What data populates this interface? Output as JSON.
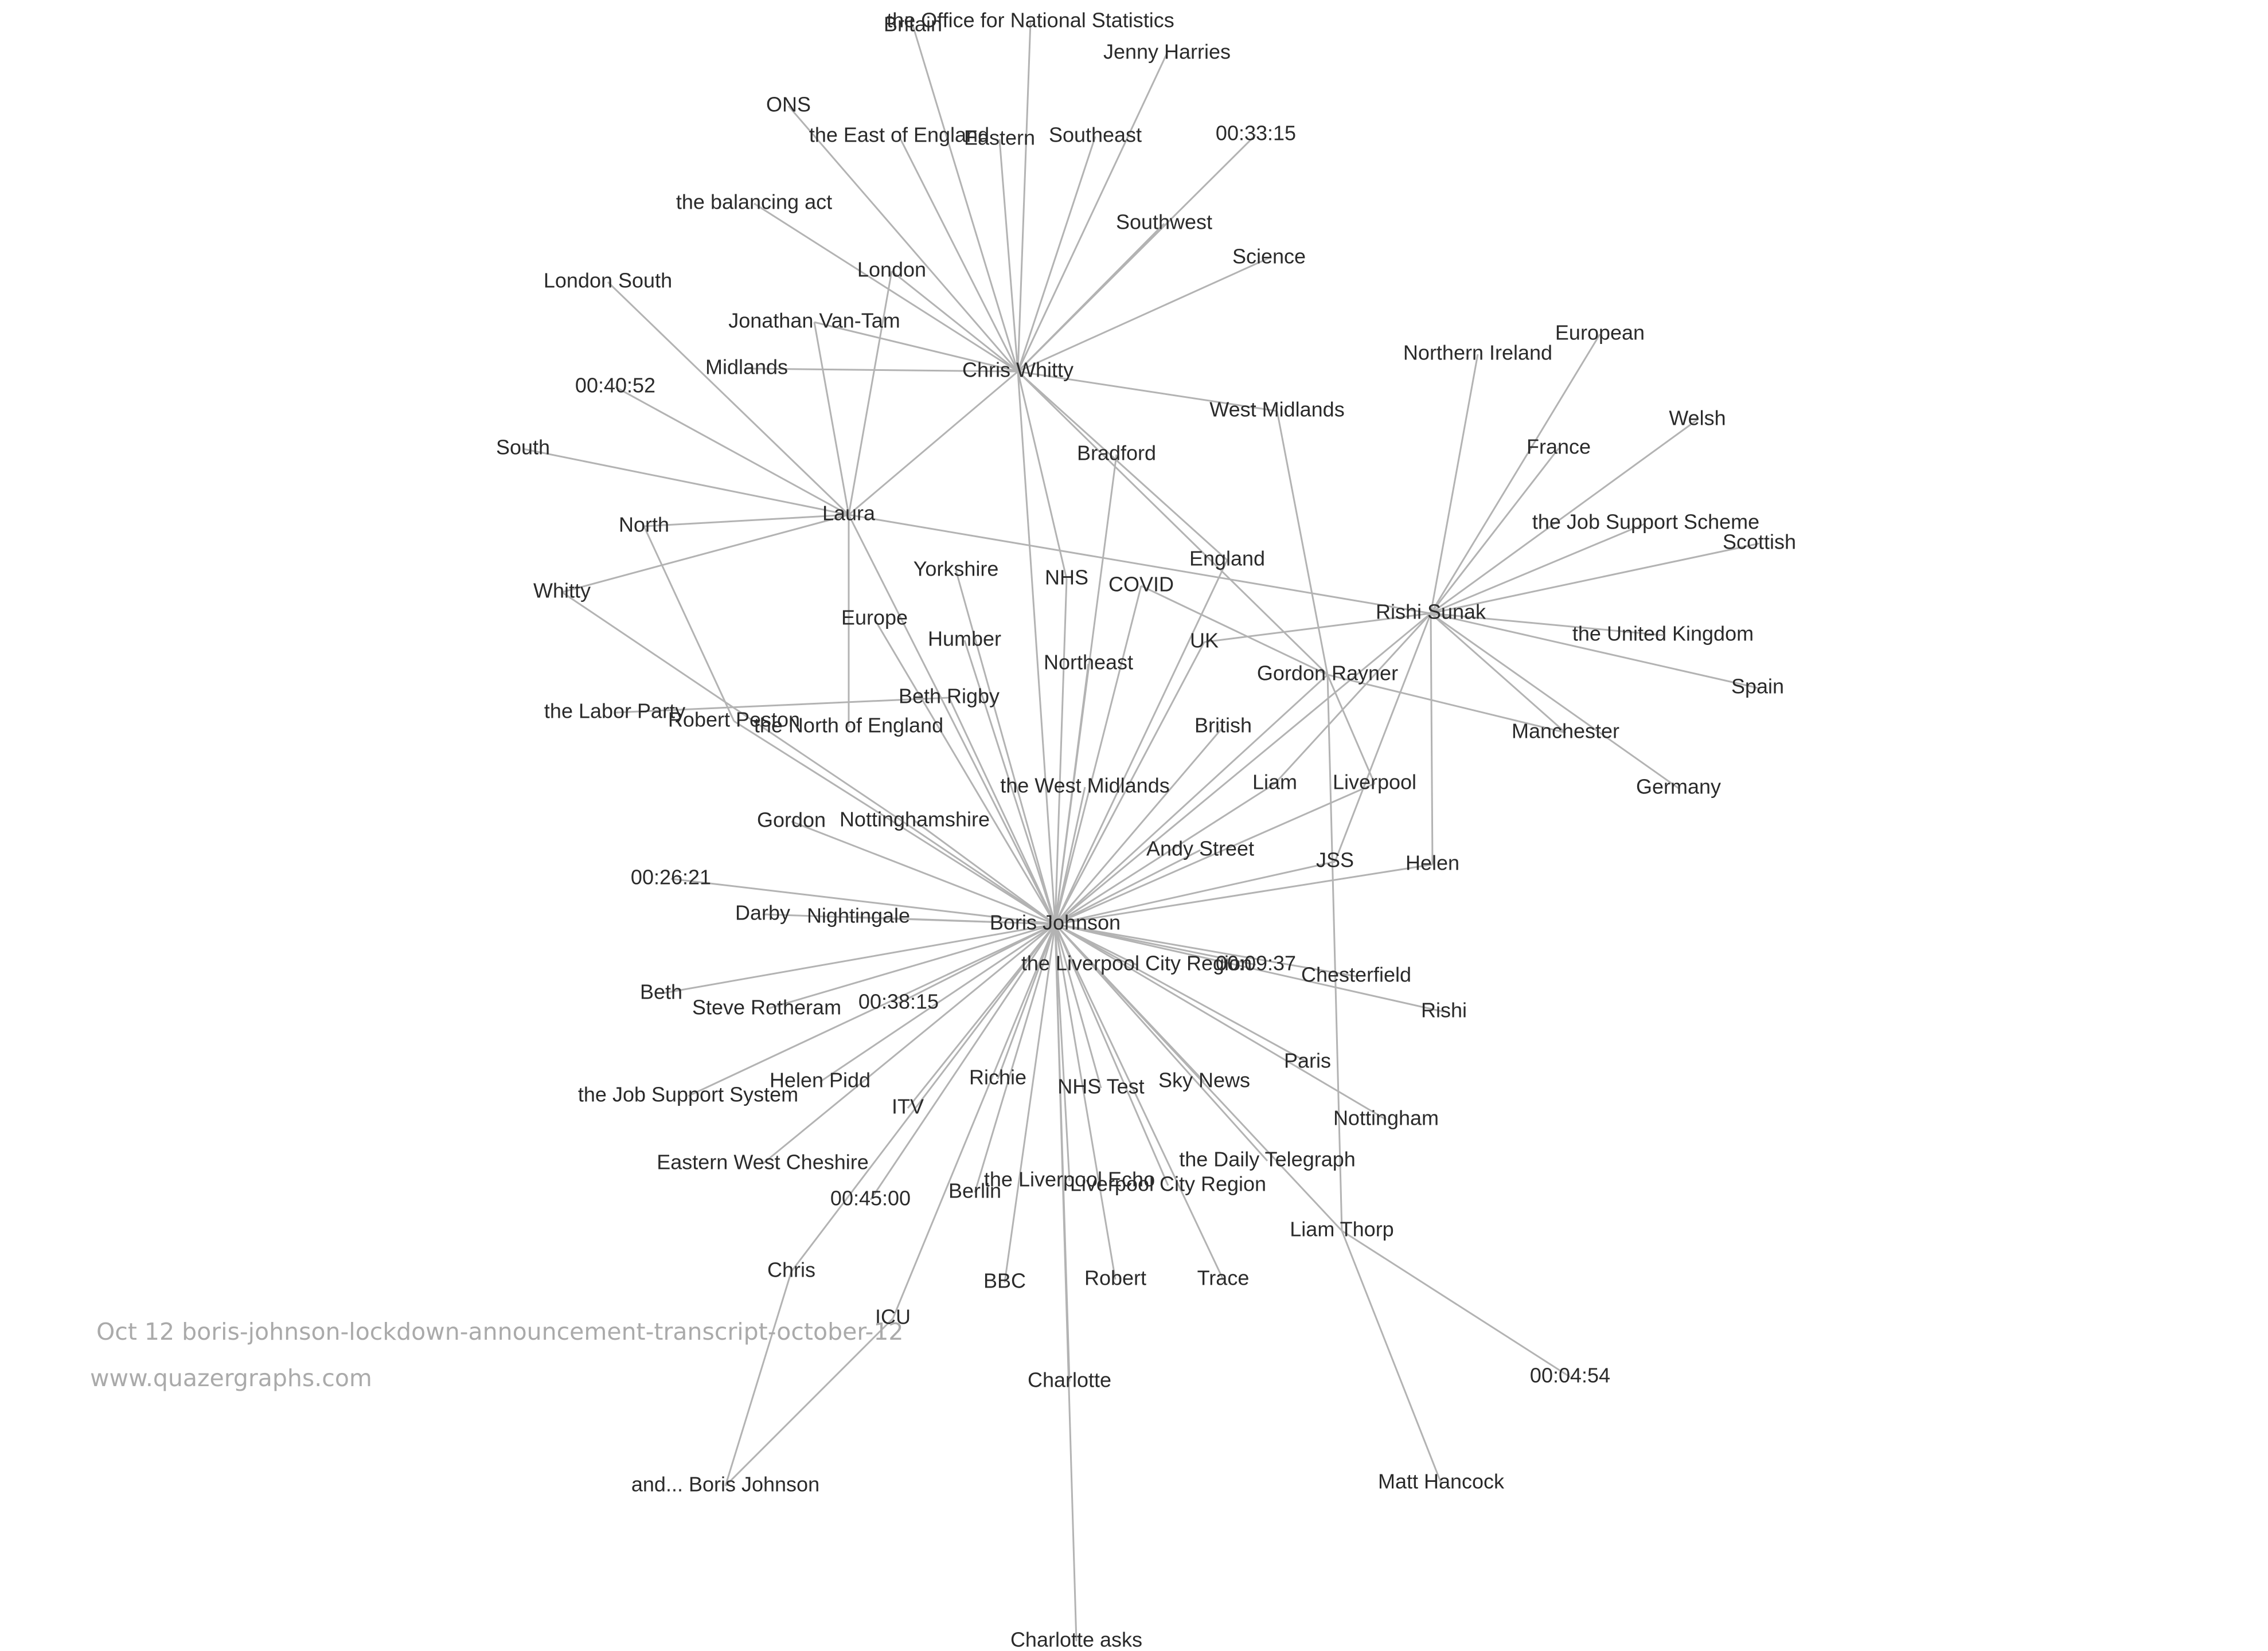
{
  "graph": {
    "nodes": [
      {
        "id": "bj",
        "label": "Boris Johnson"
      },
      {
        "id": "cw",
        "label": "Chris Whitty"
      },
      {
        "id": "rs",
        "label": "Rishi Sunak"
      },
      {
        "id": "laura",
        "label": "Laura"
      },
      {
        "id": "gr",
        "label": "Gordon Rayner"
      },
      {
        "id": "lt",
        "label": "Liam Thorp"
      },
      {
        "id": "brig",
        "label": "Beth Rigby"
      },
      {
        "id": "chris",
        "label": "Chris"
      },
      {
        "id": "abj",
        "label": "and... Boris Johnson"
      },
      {
        "id": "ons_full",
        "label": "the Office for National Statistics"
      },
      {
        "id": "britain",
        "label": "Britain"
      },
      {
        "id": "jh",
        "label": "Jenny Harries"
      },
      {
        "id": "ons",
        "label": "ONS"
      },
      {
        "id": "eoe",
        "label": "the East of England"
      },
      {
        "id": "eastern",
        "label": "Eastern"
      },
      {
        "id": "southeast",
        "label": "Southeast"
      },
      {
        "id": "t3315",
        "label": "00:33:15"
      },
      {
        "id": "balancing",
        "label": "the balancing act"
      },
      {
        "id": "southwest",
        "label": "Southwest"
      },
      {
        "id": "science",
        "label": "Science"
      },
      {
        "id": "london",
        "label": "London"
      },
      {
        "id": "londonsouth",
        "label": "London South"
      },
      {
        "id": "jvt",
        "label": "Jonathan Van-Tam"
      },
      {
        "id": "midlands",
        "label": "Midlands"
      },
      {
        "id": "t4052",
        "label": "00:40:52"
      },
      {
        "id": "westmid",
        "label": "West Midlands"
      },
      {
        "id": "bradford",
        "label": "Bradford"
      },
      {
        "id": "south",
        "label": "South"
      },
      {
        "id": "north",
        "label": "North"
      },
      {
        "id": "whitty",
        "label": "Whitty"
      },
      {
        "id": "yorkshire",
        "label": "Yorkshire"
      },
      {
        "id": "nhs",
        "label": "NHS"
      },
      {
        "id": "covid",
        "label": "COVID"
      },
      {
        "id": "england",
        "label": "England"
      },
      {
        "id": "europe",
        "label": "Europe"
      },
      {
        "id": "humber",
        "label": "Humber"
      },
      {
        "id": "uk",
        "label": "UK"
      },
      {
        "id": "northeast",
        "label": "Northeast"
      },
      {
        "id": "labor",
        "label": "the Labor Party"
      },
      {
        "id": "rpeston",
        "label": "Robert Peston"
      },
      {
        "id": "noe",
        "label": "the North of England"
      },
      {
        "id": "british",
        "label": "British"
      },
      {
        "id": "twm",
        "label": "the West Midlands"
      },
      {
        "id": "liam",
        "label": "Liam"
      },
      {
        "id": "liverpool",
        "label": "Liverpool"
      },
      {
        "id": "gordon",
        "label": "Gordon"
      },
      {
        "id": "notts",
        "label": "Nottinghamshire"
      },
      {
        "id": "astreet",
        "label": "Andy Street"
      },
      {
        "id": "jss",
        "label": "JSS"
      },
      {
        "id": "helen",
        "label": "Helen"
      },
      {
        "id": "t2621",
        "label": "00:26:21"
      },
      {
        "id": "darby",
        "label": "Darby"
      },
      {
        "id": "nightingale",
        "label": "Nightingale"
      },
      {
        "id": "tlcr",
        "label": "the Liverpool City Region"
      },
      {
        "id": "t0937",
        "label": "00:09:37"
      },
      {
        "id": "chesterfield",
        "label": "Chesterfield"
      },
      {
        "id": "rishi",
        "label": "Rishi"
      },
      {
        "id": "beth",
        "label": "Beth"
      },
      {
        "id": "srotheram",
        "label": "Steve Rotheram"
      },
      {
        "id": "t3815",
        "label": "00:38:15"
      },
      {
        "id": "jsystem",
        "label": "the Job Support System"
      },
      {
        "id": "hpidd",
        "label": "Helen Pidd"
      },
      {
        "id": "richie",
        "label": "Richie"
      },
      {
        "id": "nhstest",
        "label": "NHS Test"
      },
      {
        "id": "skynews",
        "label": "Sky News"
      },
      {
        "id": "paris",
        "label": "Paris"
      },
      {
        "id": "nottingham",
        "label": "Nottingham"
      },
      {
        "id": "itv",
        "label": "ITV"
      },
      {
        "id": "ewc",
        "label": "Eastern West Cheshire"
      },
      {
        "id": "dt",
        "label": "the Daily Telegraph"
      },
      {
        "id": "echo",
        "label": "the Liverpool Echo"
      },
      {
        "id": "lcr",
        "label": "Liverpool City Region"
      },
      {
        "id": "t4500",
        "label": "00:45:00"
      },
      {
        "id": "berlin",
        "label": "Berlin"
      },
      {
        "id": "bbc",
        "label": "BBC"
      },
      {
        "id": "robert",
        "label": "Robert"
      },
      {
        "id": "trace",
        "label": "Trace"
      },
      {
        "id": "icu",
        "label": "ICU"
      },
      {
        "id": "charlotte",
        "label": "Charlotte"
      },
      {
        "id": "t0454",
        "label": "00:04:54"
      },
      {
        "id": "mhancock",
        "label": "Matt Hancock"
      },
      {
        "id": "charasks",
        "label": "Charlotte asks"
      },
      {
        "id": "ni",
        "label": "Northern Ireland"
      },
      {
        "id": "european",
        "label": "European"
      },
      {
        "id": "welsh",
        "label": "Welsh"
      },
      {
        "id": "france",
        "label": "France"
      },
      {
        "id": "jsscheme",
        "label": "the Job Support Scheme"
      },
      {
        "id": "scottish",
        "label": "Scottish"
      },
      {
        "id": "tuk",
        "label": "the United Kingdom"
      },
      {
        "id": "spain",
        "label": "Spain"
      },
      {
        "id": "manchester",
        "label": "Manchester"
      },
      {
        "id": "germany",
        "label": "Germany"
      }
    ],
    "edges": [
      [
        "cw",
        "ons_full"
      ],
      [
        "cw",
        "britain"
      ],
      [
        "cw",
        "jh"
      ],
      [
        "cw",
        "ons"
      ],
      [
        "cw",
        "eoe"
      ],
      [
        "cw",
        "eastern"
      ],
      [
        "cw",
        "southeast"
      ],
      [
        "cw",
        "t3315"
      ],
      [
        "cw",
        "balancing"
      ],
      [
        "cw",
        "southwest"
      ],
      [
        "cw",
        "science"
      ],
      [
        "cw",
        "london"
      ],
      [
        "cw",
        "jvt"
      ],
      [
        "cw",
        "midlands"
      ],
      [
        "cw",
        "westmid"
      ],
      [
        "cw",
        "england"
      ],
      [
        "cw",
        "nhs"
      ],
      [
        "cw",
        "laura"
      ],
      [
        "cw",
        "bj"
      ],
      [
        "cw",
        "gr"
      ],
      [
        "laura",
        "londonsouth"
      ],
      [
        "laura",
        "t4052"
      ],
      [
        "laura",
        "south"
      ],
      [
        "laura",
        "north"
      ],
      [
        "laura",
        "whitty"
      ],
      [
        "laura",
        "jvt"
      ],
      [
        "laura",
        "london"
      ],
      [
        "laura",
        "noe"
      ],
      [
        "laura",
        "rs"
      ],
      [
        "laura",
        "bj"
      ],
      [
        "rs",
        "ni"
      ],
      [
        "rs",
        "european"
      ],
      [
        "rs",
        "welsh"
      ],
      [
        "rs",
        "france"
      ],
      [
        "rs",
        "jsscheme"
      ],
      [
        "rs",
        "scottish"
      ],
      [
        "rs",
        "tuk"
      ],
      [
        "rs",
        "spain"
      ],
      [
        "rs",
        "manchester"
      ],
      [
        "rs",
        "germany"
      ],
      [
        "rs",
        "helen"
      ],
      [
        "rs",
        "jss"
      ],
      [
        "rs",
        "liam"
      ],
      [
        "rs",
        "uk"
      ],
      [
        "rs",
        "bj"
      ],
      [
        "gr",
        "westmid"
      ],
      [
        "gr",
        "covid"
      ],
      [
        "gr",
        "bj"
      ],
      [
        "gr",
        "manchester"
      ],
      [
        "gr",
        "lt"
      ],
      [
        "gr",
        "liverpool"
      ],
      [
        "brig",
        "labor"
      ],
      [
        "brig",
        "bj"
      ],
      [
        "bj",
        "bradford"
      ],
      [
        "north",
        "rpeston"
      ],
      [
        "rpeston",
        "bj"
      ],
      [
        "whitty",
        "bj"
      ],
      [
        "bj",
        "europe"
      ],
      [
        "bj",
        "yorkshire"
      ],
      [
        "bj",
        "humber"
      ],
      [
        "bj",
        "northeast"
      ],
      [
        "bj",
        "nhs"
      ],
      [
        "bj",
        "covid"
      ],
      [
        "bj",
        "uk"
      ],
      [
        "bj",
        "england"
      ],
      [
        "bj",
        "british"
      ],
      [
        "bj",
        "twm"
      ],
      [
        "bj",
        "liam"
      ],
      [
        "bj",
        "liverpool"
      ],
      [
        "bj",
        "gordon"
      ],
      [
        "bj",
        "notts"
      ],
      [
        "bj",
        "astreet"
      ],
      [
        "bj",
        "jss"
      ],
      [
        "bj",
        "helen"
      ],
      [
        "bj",
        "t2621"
      ],
      [
        "bj",
        "darby"
      ],
      [
        "bj",
        "nightingale"
      ],
      [
        "bj",
        "tlcr"
      ],
      [
        "bj",
        "t0937"
      ],
      [
        "bj",
        "chesterfield"
      ],
      [
        "bj",
        "rishi"
      ],
      [
        "bj",
        "beth"
      ],
      [
        "bj",
        "srotheram"
      ],
      [
        "bj",
        "t3815"
      ],
      [
        "bj",
        "jsystem"
      ],
      [
        "bj",
        "hpidd"
      ],
      [
        "bj",
        "richie"
      ],
      [
        "bj",
        "nhstest"
      ],
      [
        "bj",
        "skynews"
      ],
      [
        "bj",
        "paris"
      ],
      [
        "bj",
        "nottingham"
      ],
      [
        "bj",
        "itv"
      ],
      [
        "bj",
        "ewc"
      ],
      [
        "bj",
        "dt"
      ],
      [
        "bj",
        "echo"
      ],
      [
        "bj",
        "lcr"
      ],
      [
        "bj",
        "t4500"
      ],
      [
        "bj",
        "berlin"
      ],
      [
        "bj",
        "bbc"
      ],
      [
        "bj",
        "robert"
      ],
      [
        "bj",
        "trace"
      ],
      [
        "bj",
        "icu"
      ],
      [
        "bj",
        "charlotte"
      ],
      [
        "bj",
        "lt"
      ],
      [
        "bj",
        "charasks"
      ],
      [
        "bj",
        "chris"
      ],
      [
        "chris",
        "abj"
      ],
      [
        "icu",
        "abj"
      ],
      [
        "lt",
        "t0454"
      ],
      [
        "lt",
        "mhancock"
      ]
    ]
  },
  "watermark": {
    "title": "Oct 12 boris-johnson-lockdown-announcement-transcript-october-12",
    "site": "www.quazergraphs.com"
  },
  "colors": {
    "edge": "#b3b3b3",
    "label": "#2a2a2a",
    "watermark": "#aaaaaa",
    "background": "#ffffff"
  }
}
